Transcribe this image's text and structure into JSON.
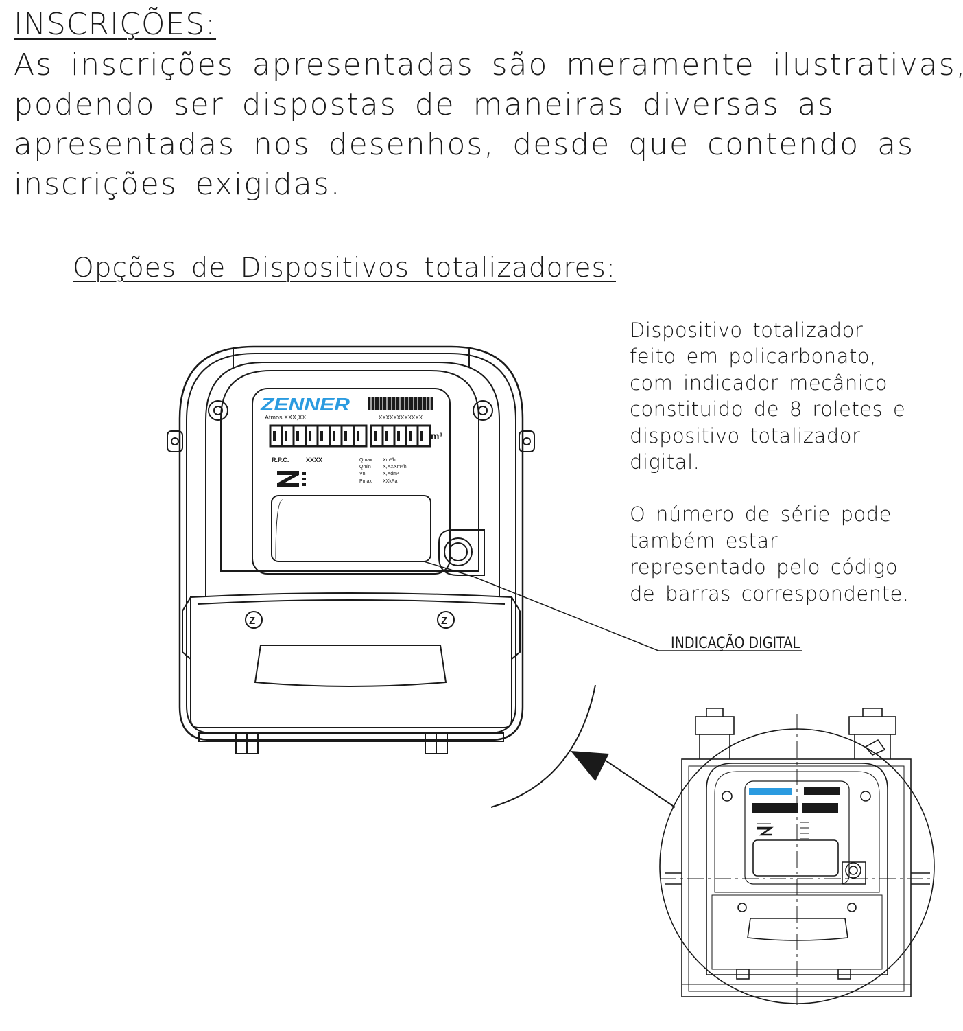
{
  "heading": "INSCRIÇÕES:",
  "intro_lines": [
    "As inscrições apresentadas são meramente ilustrativas,",
    "podendo ser dispostas de maneiras diversas as",
    "apresentadas nos desenhos, desde que contendo as",
    "inscrições exigidas."
  ],
  "subheading": "Opções de Dispositivos totalizadores:",
  "description": {
    "paragraph1": [
      "Dispositivo totalizador",
      "feito em policarbonato,",
      "com indicador mecânico",
      "constituido de 8 roletes e",
      "dispositivo totalizador",
      "digital."
    ],
    "paragraph2": [
      "O número de série pode",
      "também estar",
      "representado pelo código",
      "de barras correspondente."
    ]
  },
  "callout_label": "INDICAÇÃO DIGITAL",
  "meter_plate": {
    "brand": "ZENNER",
    "model": "Atmos XXX,XX",
    "serial": "XXXXXXXXXXXX",
    "unit": "m³",
    "rpc_label": "R.P.C.",
    "rpc_value": "XXXX",
    "specs": [
      {
        "label": "Qmax",
        "value": "Xm³/h"
      },
      {
        "label": "Qmin",
        "value": "X,XXXm³/h"
      },
      {
        "label": "Vn",
        "value": "X,Xdm³"
      },
      {
        "label": "Pmax",
        "value": "XXkPa"
      }
    ]
  },
  "colors": {
    "brand": "#2b9be0",
    "line": "#1a1a1a"
  }
}
